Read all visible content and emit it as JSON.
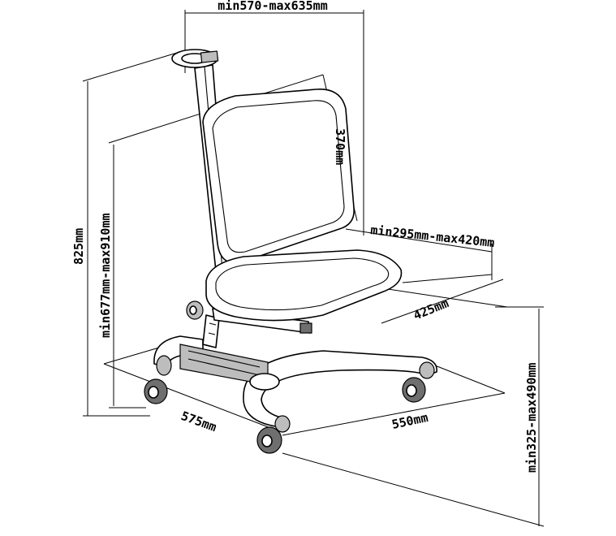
{
  "dimensions": {
    "top_width": "min570-max635mm",
    "backrest_height": "370mm",
    "seat_depth": "min295mm-max420mm",
    "seat_width": "425mm",
    "overall_height": "825mm",
    "back_height_range": "min677mm-max910mm",
    "seat_height_range": "min325-max490mm",
    "base_depth": "575mm",
    "base_width": "550mm"
  }
}
